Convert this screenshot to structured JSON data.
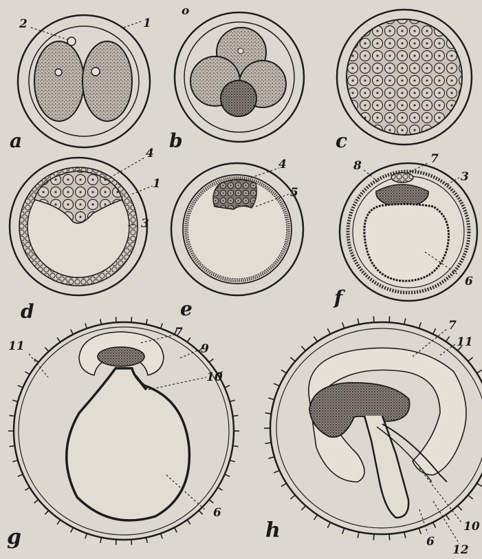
{
  "panels": [
    {
      "id": "a",
      "letter": "a"
    },
    {
      "id": "b",
      "letter": "b"
    },
    {
      "id": "c",
      "letter": "c"
    },
    {
      "id": "d",
      "letter": "d"
    },
    {
      "id": "e",
      "letter": "e"
    },
    {
      "id": "f",
      "letter": "f"
    },
    {
      "id": "g",
      "letter": "g"
    },
    {
      "id": "h",
      "letter": "h"
    }
  ],
  "callouts": {
    "a_1": "1",
    "a_2": "2",
    "b_o": "o",
    "d_4": "4",
    "d_1": "1",
    "d_3": "3",
    "e_4": "4",
    "e_5": "5",
    "f_8": "8",
    "f_7": "7",
    "f_3": "3",
    "f_6": "6",
    "g_11": "11",
    "g_7": "7",
    "g_9": "9",
    "g_10": "10",
    "g_6": "6",
    "h_7": "7",
    "h_11": "11",
    "h_10": "10",
    "h_6": "6",
    "h_12": "12"
  },
  "colors": {
    "paper": "#ddd8cf",
    "ink": "#1c1c1c",
    "stipple": "#6a6560"
  }
}
